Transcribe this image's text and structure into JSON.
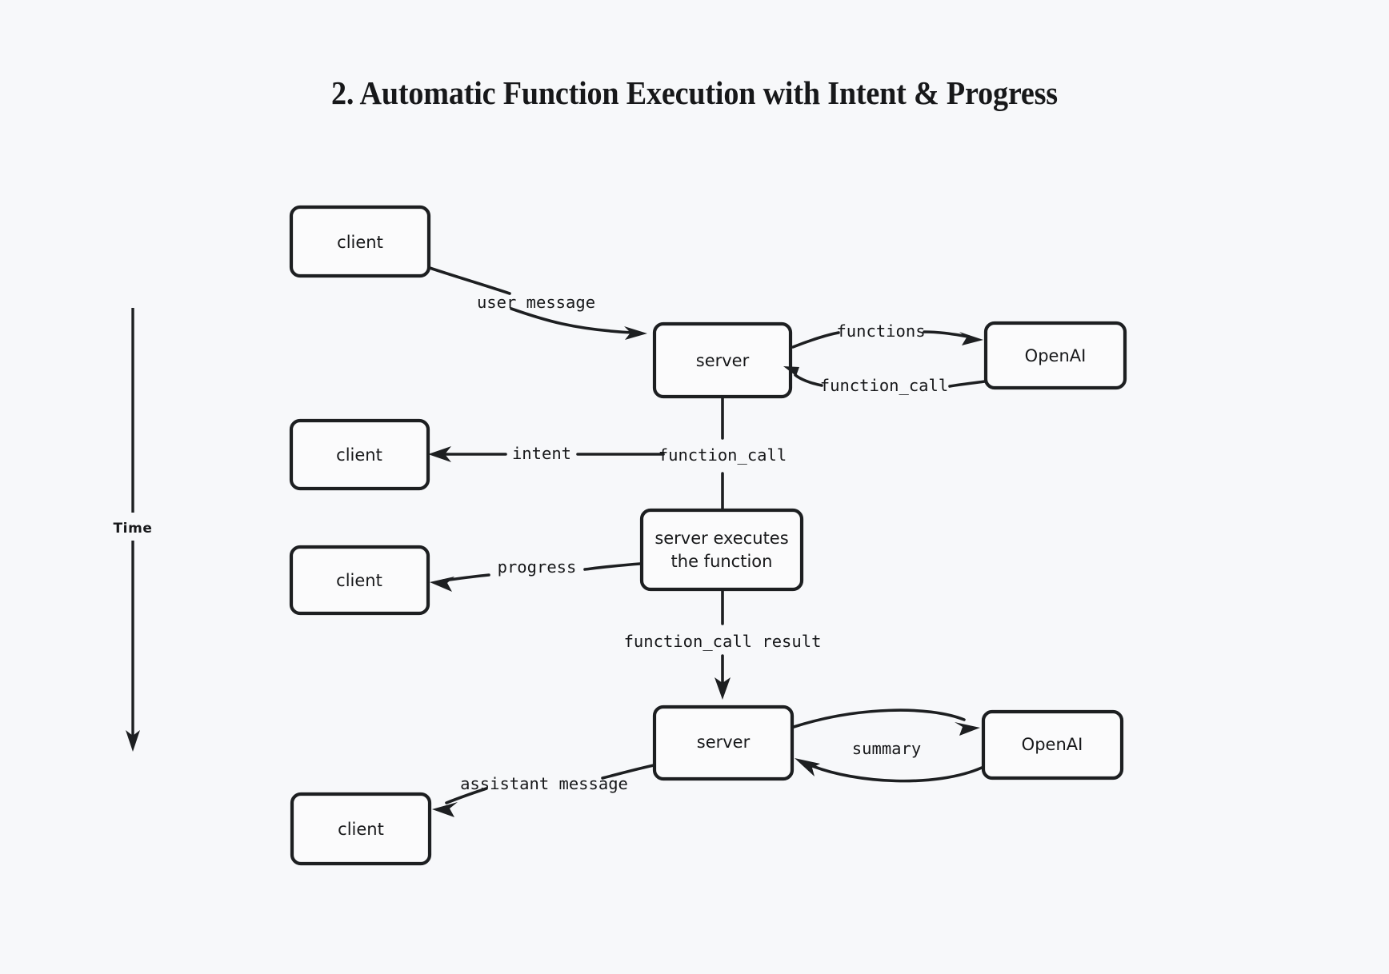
{
  "page": {
    "title": "2. Automatic Function Execution with Intent & Progress",
    "background_color": "#f7f8fa",
    "ink_color": "#1d1f21"
  },
  "axis": {
    "label": "Time"
  },
  "nodes": {
    "client_top": "client",
    "server_top": "server",
    "openai_top": "OpenAI",
    "client_intent": "client",
    "server_executes_line1": "server executes",
    "server_executes_line2": "the function",
    "client_progress": "client",
    "server_bottom": "server",
    "openai_bottom": "OpenAI",
    "client_bottom": "client"
  },
  "edges": {
    "user_message": "user message",
    "functions": "functions",
    "function_call_return": "function_call",
    "intent": "intent",
    "function_call_down": "function_call",
    "progress": "progress",
    "function_call_result": "function_call result",
    "summary": "summary",
    "assistant_message": "assistant message"
  }
}
